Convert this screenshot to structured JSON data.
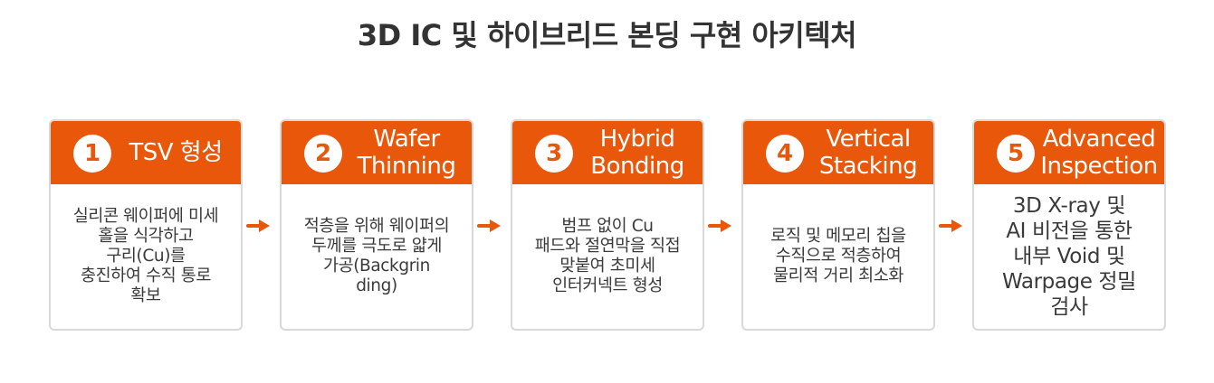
{
  "title": "3D IC 및 하이브리드 본딩 구현 아키텍처",
  "colors": {
    "accent": "#e8570a",
    "border": "#d9d9d9",
    "text": "#333333"
  },
  "steps": [
    {
      "number": "1",
      "title_lines": [
        "TSV 형성"
      ],
      "body_lines": [
        "실리콘 웨이퍼에 미세",
        "홀을 식각하고",
        "구리(Cu)를",
        "충진하여 수직 통로",
        "확보"
      ]
    },
    {
      "number": "2",
      "title_lines": [
        "Wafer",
        "Thinning"
      ],
      "body_lines": [
        "적층을 위해 웨이퍼의",
        "두께를 극도로 얇게",
        "가공(Backgrin",
        "ding)"
      ]
    },
    {
      "number": "3",
      "title_lines": [
        "Hybrid",
        "Bonding"
      ],
      "body_lines": [
        "범프 없이 Cu",
        "패드와 절연막을 직접",
        "맞붙여 초미세",
        "인터커넥트 형성"
      ]
    },
    {
      "number": "4",
      "title_lines": [
        "Vertical",
        "Stacking"
      ],
      "body_lines": [
        "로직 및 메모리 칩을",
        "수직으로 적층하여",
        "물리적 거리 최소화"
      ]
    },
    {
      "number": "5",
      "title_lines": [
        "Advanced",
        "Inspection"
      ],
      "body_lines": [
        "3D X-ray 및",
        "AI 비전을 통한",
        "내부 Void 및",
        "Warpage 정밀",
        "검사"
      ]
    }
  ]
}
